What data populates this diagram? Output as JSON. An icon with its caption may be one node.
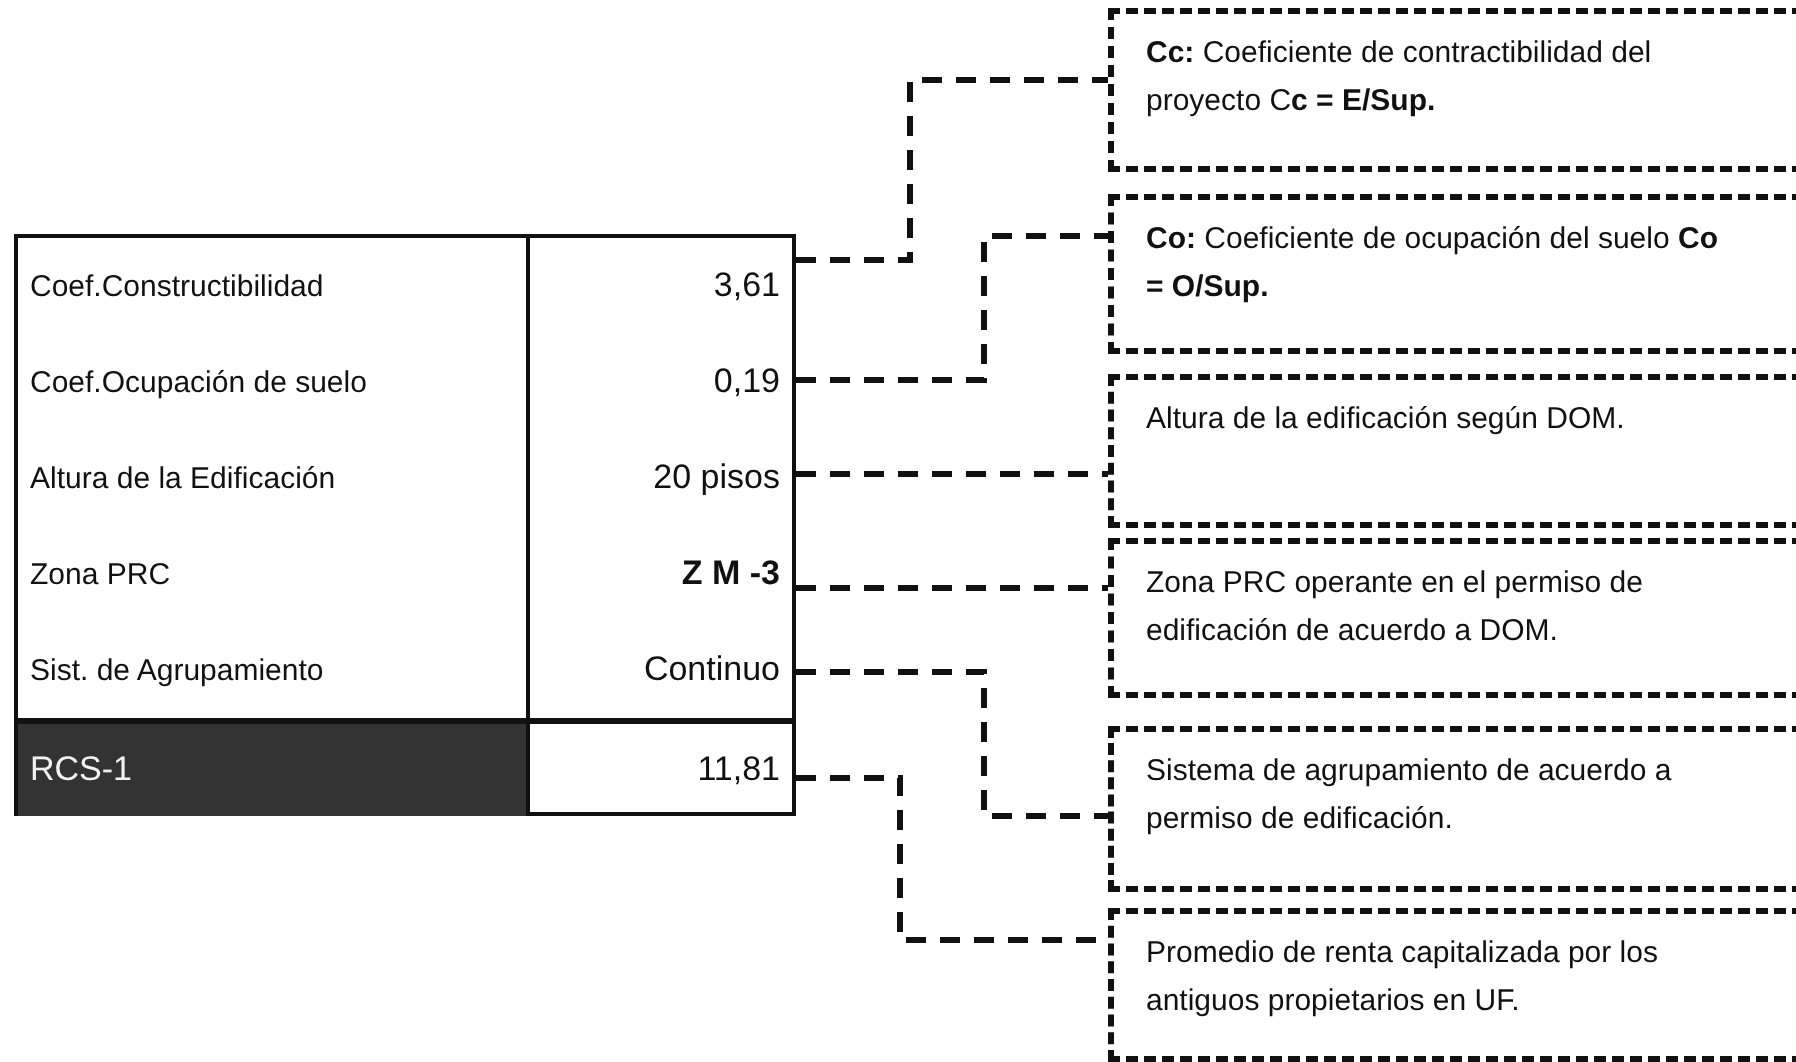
{
  "diagram": {
    "nodes": [
      {
        "text": [
          "3,61"
        ]
      },
      {
        "text": [
          "0,19"
        ]
      },
      {
        "text": [
          "20 pisos"
        ]
      },
      {
        "text": [
          "Z M -3"
        ]
      },
      {
        "text": [
          "Continuo"
        ]
      },
      {
        "text": [
          "11,81"
        ]
      },
      {
        "text": [
          "**Cc:** Coeficiente de contractibilidad del proyecto C**c = E/Sup.**"
        ]
      },
      {
        "text": [
          "**Co:** Coeficiente de ocupación del suelo **Co = O/Sup.**"
        ]
      },
      {
        "text": [
          "Altura de la edificación según DOM."
        ]
      },
      {
        "text": [
          "Zona PRC operante en el permiso de edificación de acuerdo a DOM."
        ]
      },
      {
        "text": [
          "Sistema de agrupamiento de acuerdo a permiso de edificación."
        ]
      },
      {
        "text": [
          "Promedio de renta capitalizada por los antiguos propietarios en UF."
        ]
      }
    ],
    "edges": [
      {
        "from": 0,
        "to": 6,
        "arrow": "none"
      },
      {
        "from": 1,
        "to": 7,
        "arrow": "none"
      },
      {
        "from": 2,
        "to": 8,
        "arrow": "none"
      },
      {
        "from": 3,
        "to": 9,
        "arrow": "none"
      },
      {
        "from": 4,
        "to": 10,
        "arrow": "none"
      },
      {
        "from": 5,
        "to": 11,
        "arrow": "none"
      }
    ],
    "labels": [
      "Coef.Constructibilidad",
      "Coef.Ocupación de suelo",
      "Altura de la Edificación",
      "Zona PRC",
      "Sist. de Agrupamiento",
      "RCS-1"
    ]
  }
}
